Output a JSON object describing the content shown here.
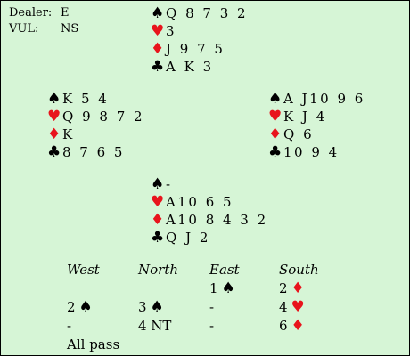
{
  "info": {
    "dealer_label": "Dealer:",
    "dealer": "E",
    "vul_label": "VUL:",
    "vul": "NS"
  },
  "colors": {
    "background": "#d6f5d6",
    "red_suit": "#e8141c",
    "black_suit": "#000000"
  },
  "hands": {
    "north": {
      "spades": "Q 8 7 3 2",
      "hearts": "3",
      "diamonds": "J 9 7 5",
      "clubs": "A K 3"
    },
    "west": {
      "spades": "K 5 4",
      "hearts": "Q 9 8 7 2",
      "diamonds": "K",
      "clubs": "8 7 6 5"
    },
    "east": {
      "spades": "A J10 9 6",
      "hearts": "K J 4",
      "diamonds": "Q 6",
      "clubs": "10 9 4"
    },
    "south": {
      "spades": "-",
      "hearts": "A10 6 5",
      "diamonds": "A10 8 4 3 2",
      "clubs": "Q J 2"
    }
  },
  "suit_icons": {
    "spades": "spade-icon",
    "hearts": "heart-icon",
    "diamonds": "diamond-icon",
    "clubs": "club-icon"
  },
  "auction": {
    "headers": [
      "West",
      "North",
      "East",
      "South"
    ],
    "rounds": [
      [
        {
          "text": ""
        },
        {
          "text": ""
        },
        {
          "text": "1",
          "suit": "spades"
        },
        {
          "text": "2",
          "suit": "diamonds"
        }
      ],
      [
        {
          "text": "2",
          "suit": "spades"
        },
        {
          "text": "3",
          "suit": "spades"
        },
        {
          "text": "-"
        },
        {
          "text": "4",
          "suit": "hearts"
        }
      ],
      [
        {
          "text": "-"
        },
        {
          "text": "4 NT"
        },
        {
          "text": "-"
        },
        {
          "text": "6",
          "suit": "diamonds"
        }
      ],
      [
        {
          "text": "All pass"
        }
      ]
    ]
  }
}
